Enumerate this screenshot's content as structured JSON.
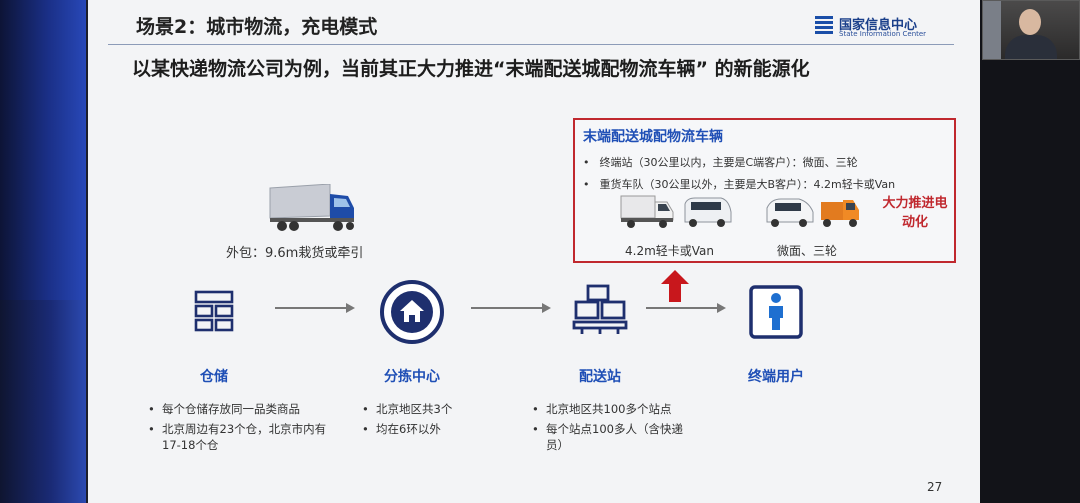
{
  "slide": {
    "title": "场景2：城市物流，充电模式",
    "logo": {
      "cn": "国家信息中心",
      "en": "State Information Center"
    },
    "subtitle": "以某快递物流公司为例，当前其正大力推进“末端配送城配物流车辆” 的新能源化",
    "page_number": "27"
  },
  "red_box": {
    "title": "末端配送城配物流车辆",
    "bullets": [
      "终端站（30公里以内，主要是C端客户）：微面、三轮",
      "重货车队（30公里以外，主要是大B客户）：4.2m轻卡或Van"
    ],
    "highlight": "大力推进电动化",
    "vehicle_labels": [
      "4.2m轻卡或Van",
      "微面、三轮"
    ]
  },
  "truck": {
    "caption": "外包：9.6m栽货或牵引"
  },
  "flow": {
    "stages": [
      {
        "label": "仓储",
        "details": [
          "每个仓储存放同一品类商品",
          "北京周边有23个仓，北京市内有17-18个仓"
        ]
      },
      {
        "label": "分拣中心",
        "details": [
          "北京地区共3个",
          "均在6环以外"
        ]
      },
      {
        "label": "配送站",
        "details": [
          "北京地区共100多个站点",
          "每个站点100多人（含快递员）"
        ]
      },
      {
        "label": "终端用户",
        "details": []
      }
    ]
  },
  "colors": {
    "accent_blue": "#1f4fb6",
    "highlight_red": "#c0282e",
    "icon_navy": "#1e2f6e"
  }
}
